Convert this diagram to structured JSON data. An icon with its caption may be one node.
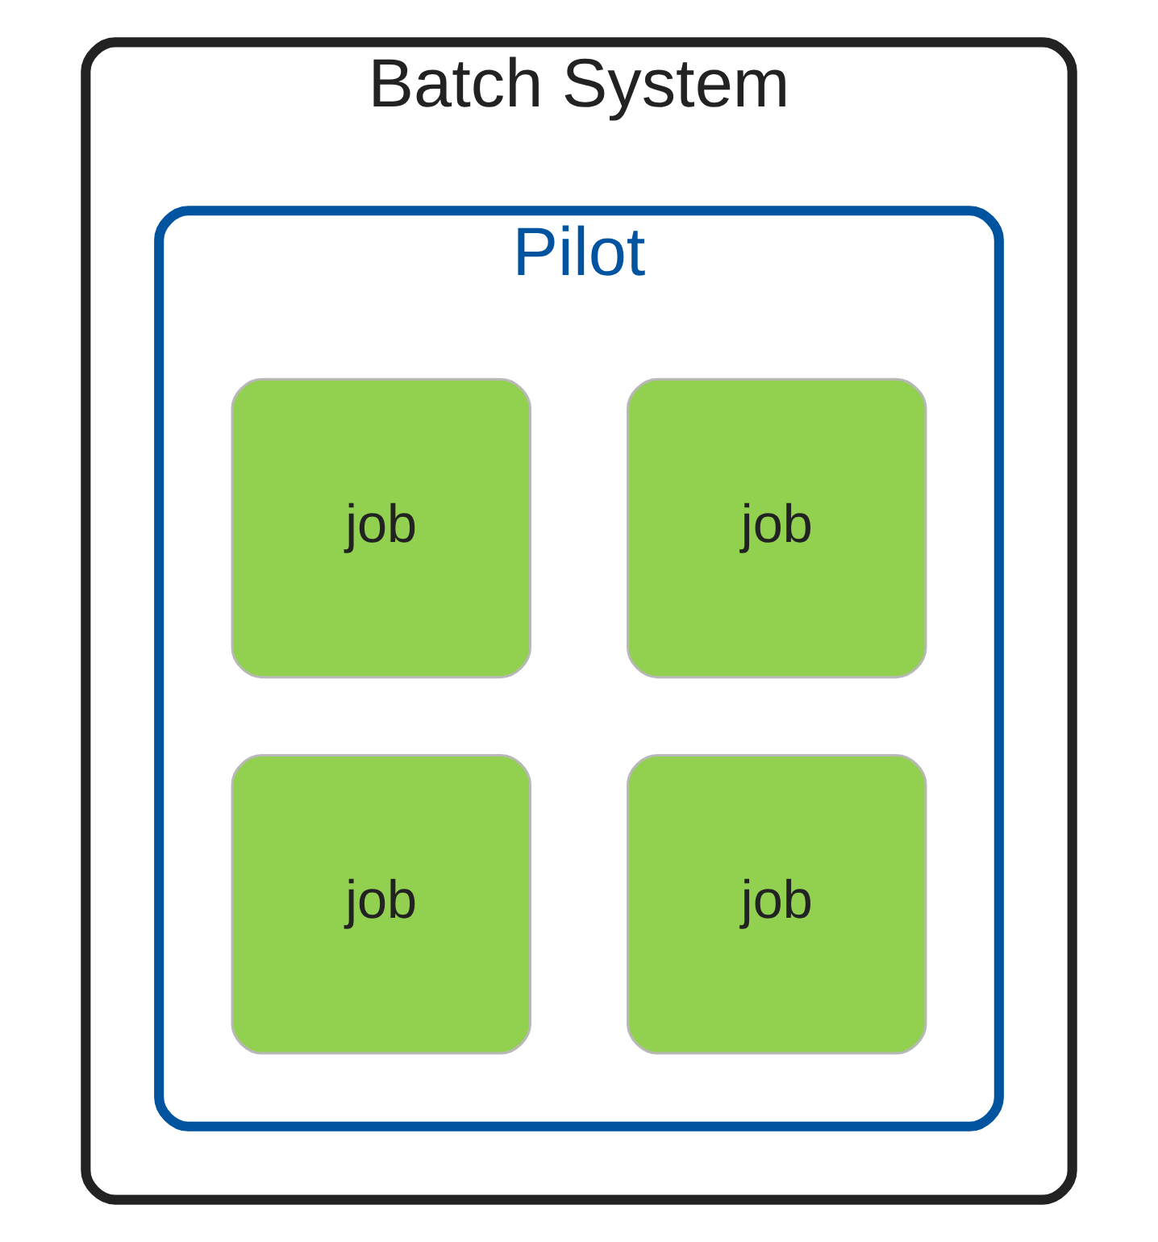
{
  "diagram": {
    "nodes": [
      {
        "text": [
          "Batch System"
        ]
      },
      {
        "text": [
          "Pilot"
        ],
        "in": 0
      },
      {
        "text": [
          "job"
        ],
        "in": 1
      },
      {
        "text": [
          "job"
        ],
        "in": 1
      },
      {
        "text": [
          "job"
        ],
        "in": 1
      },
      {
        "text": [
          "job"
        ],
        "in": 1
      }
    ]
  }
}
